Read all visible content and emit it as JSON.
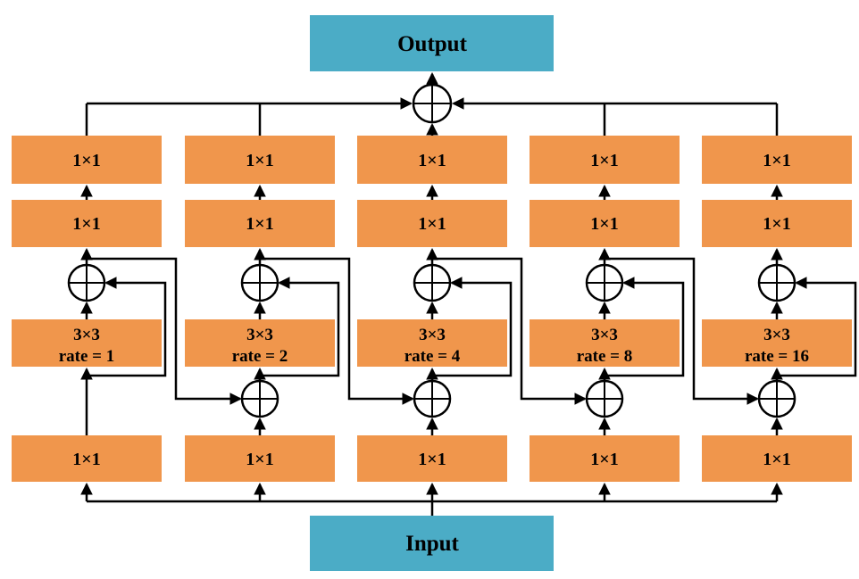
{
  "colors": {
    "process_box": "#F0964C",
    "io_box": "#4BACC6",
    "connector": "#000000",
    "sum_node_fill": "#FFFFFF",
    "label_text": "#000000"
  },
  "io": {
    "output": "Output",
    "input": "Input"
  },
  "pointwise": "1×1",
  "columns": [
    {
      "conv": "3×3",
      "rate": "rate = 1"
    },
    {
      "conv": "3×3",
      "rate": "rate = 2"
    },
    {
      "conv": "3×3",
      "rate": "rate = 4"
    },
    {
      "conv": "3×3",
      "rate": "rate = 8"
    },
    {
      "conv": "3×3",
      "rate": "rate = 16"
    }
  ],
  "icons": {
    "sum_node": "circled-plus"
  }
}
